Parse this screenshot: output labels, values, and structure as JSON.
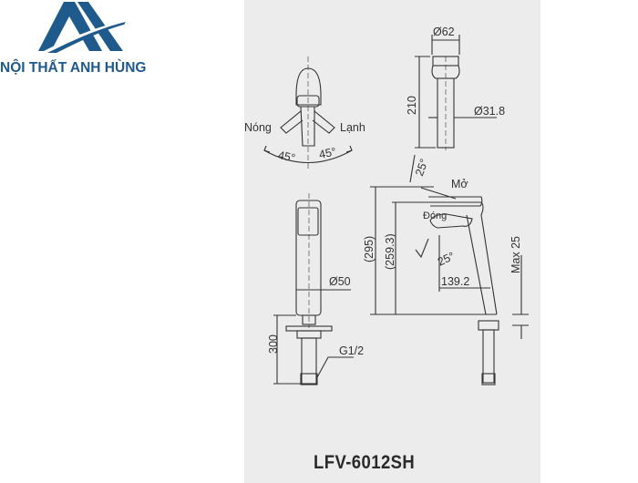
{
  "brand": {
    "name": "NỘI THẤT ANH HÙNG",
    "color": "#1f5a8c"
  },
  "drawing": {
    "model": "LFV-6012SH",
    "top_view": {
      "hot_label": "Nóng",
      "cold_label": "Lạnh",
      "angle_left": "45°",
      "angle_right": "45°"
    },
    "drain": {
      "top_diameter": "Ø62",
      "height": "210",
      "pipe_diameter": "Ø31.8"
    },
    "front_view": {
      "body_diameter": "Ø50",
      "supply_length": "300",
      "thread": "G1/2"
    },
    "side_view": {
      "open_label": "Mở",
      "close_label": "Đóng",
      "lever_angle": "25°",
      "spout_angle": "25°",
      "total_height": "(295)",
      "spout_height": "(259.3)",
      "spout_reach": "139.2",
      "max_deck": "Max 25"
    }
  }
}
